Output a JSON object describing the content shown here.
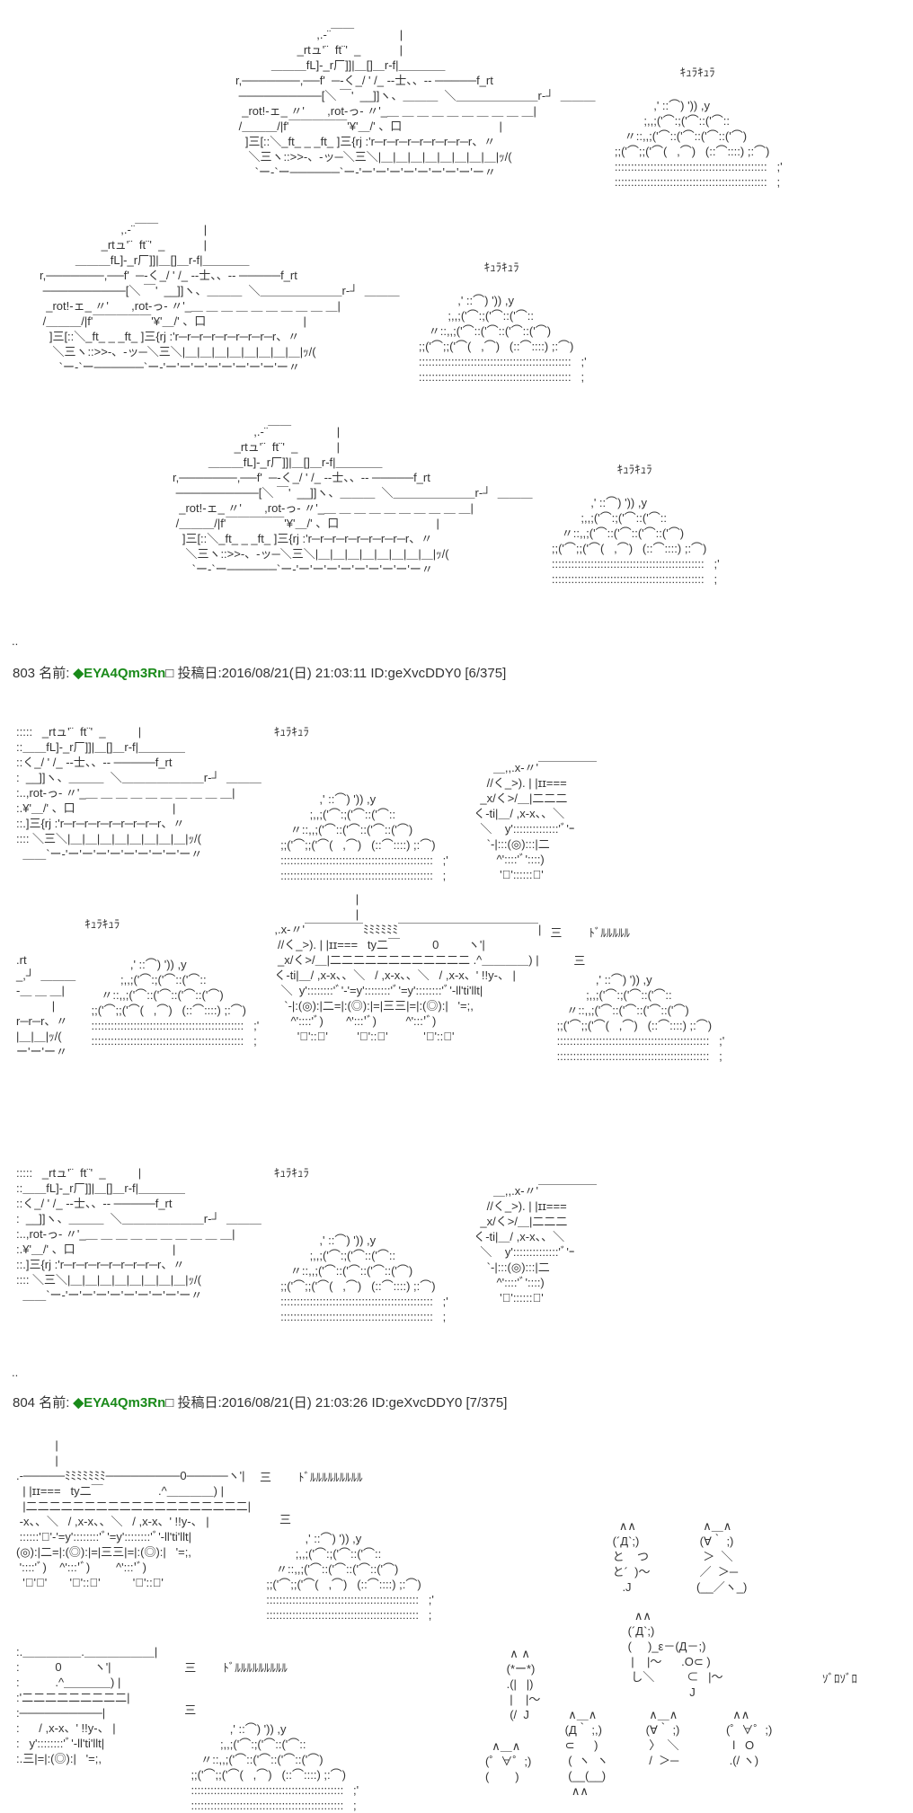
{
  "posts": [
    {
      "number": "803",
      "name_label": "名前:",
      "trip": "◆EYA4Qm3Rn",
      "box": "□",
      "date_label": "投稿日:",
      "datetime": "2016/08/21(日) 21:03:11",
      "id": "ID:geXvcDDY0",
      "count": "[6/375]"
    },
    {
      "number": "804",
      "name_label": "名前:",
      "trip": "◆EYA4Qm3Rn",
      "box": "□",
      "date_label": "投稿日:",
      "datetime": "2016/08/21(日) 21:03:26",
      "id": "ID:geXvcDDY0",
      "count": "[7/375]"
    }
  ],
  "ellipsis": "..",
  "sfx": {
    "tracks": "ｷｭﾗｷｭﾗ",
    "rumble_short": "ﾄﾞﾙﾙﾙﾙﾙ",
    "rumble_long": "ﾄﾞﾙﾙﾙﾙﾙﾙﾙﾙﾙ",
    "speed": "三",
    "sneak": "ｿﾞﾛｿﾞﾛ"
  },
  "aa": {
    "tank_large": "                         ,.‐¨￣￣              |\n                   _rtュ'¨  ft¨'  _            |\n           ＿＿＿fL]‐_r厂]]|＿[]＿r‐f|＿＿＿＿\nr,───────,──f'  ─‐く_/ ' /_ ‐‐士、、‐‐ ─────f_rt\n ──────────[＼ ￣'  __]]ヽ、＿＿＿  ＼＿＿＿＿＿＿＿r‐┘  ＿＿＿\n  _rot!‐ェ_ 〃'       ,rot‐っ‐ 〃'_＿ ＿ ＿ ＿ ＿ ＿ ＿ ＿ ＿ ＿|\n /＿＿＿/|f'￣￣￣￣￣'¥'＿/' 、口                              |\n   ]三[::＼_ft_ _ _ft_ ]三{rj :'r─r─r─r─r─r─r─r─r、〃\n    ＼三ヽ::>>‐、‐ッ─＼三＼|＿|＿|＿|＿|＿|＿|＿|＿|ｯ/(\n      `ー‐`ー──────`ー‐'ー'ー'ー'ー'ー'ー'ー'ー'ー〃",
    "tank_cut": ":::::   _rtュ'¨  ft¨'  _          |\n::＿＿fL]‐_r厂]]|＿[]＿r‐f|＿＿＿＿\n::く_/ ' /_ ‐‐士、、‐‐ ─────f_rt\n:  __]]ヽ、＿＿＿  ＼＿＿＿＿＿＿＿r‐┘  ＿＿＿\n:..,rot‐っ‐ 〃'_＿ ＿ ＿ ＿ ＿ ＿ ＿ ＿ ＿ ＿|\n:.¥'＿/' 、口                              |\n::.]三{rj :'r─r─r─r─r─r─r─r─r、〃\n:::: ＼三＼|＿|＿|＿|＿|＿|＿|＿|＿|ｯ/(\n  ＿＿`ー‐'ー'ー'ー'ー'ー'ー'ー'ー'ー〃",
    "dust": "              ,' ::⌒) ')) ,y\n           ;,,;('⌒:;('⌒::('⌒::\n     〃::,,;('⌒::('⌒::('⌒::('⌒)\n  ;;('⌒;;('⌒(   ,⌒)   (::⌒::::) ;:⌒)\n  :::::::::::::::::::::::::::::::::::::::::::::::   ;'\n  :::::::::::::::::::::::::::::::::::::::::::::::   ;",
    "small_tank": "          ＿,,.x‐〃'￣￣￣￣￣\n        //く_>). | |ɪɪ===\n      _x/く>/＿|二二二\n    く‐ti|＿/ ,x‐x、、＼\n      ＼    y'::::::::::::::'ﾞ'ｰ\n        `‐|:::(◎):::|二\n           ^'::::'ﾞ'::::)\n            'ﾞ'::::::ﾞ'",
    "big_tank": "                           |\n                           |\n  ,.x‐〃'￣￣￣￣￣ﾐﾐﾐﾐﾐﾐ￣￣￣￣￣￣￣￣￣￣￣￣|\n   //く_>). | |ɪɪ===   ty二￣          0         ヽ'|\n   _x/く>/＿|二二二二二二二二二二二二 .^＿＿＿＿) |\n  く‐ti|＿/ ,x‐x、、＼   / ,x‐x、、＼   / ,x‐x、' !!y‐、 |\n    ＼  y'::::::::'ﾞ'‐'=y'::::::::'ﾞ'=y'::::::::'ﾞ'‐ll'ti'llt|\n     `‐|:(◎):|二=|:(◎):|=|三三|=|:(◎):|   '=;,\n       ^'::::'ﾞ)       ^':::'ﾞ)         ^':::'ﾞ)\n         'ﾞ'::ﾞ'         'ﾞ'::ﾞ'           'ﾞ'::ﾞ'",
    "partial_left": ".rt\n_,┘  ＿＿＿\n‐＿ ＿ ＿|\n           |\nr─r─r、〃\n|＿|＿|ｯ/(\nー'ー'ー〃",
    "big_tank_cut": "            |\n            |\n.‐─────ﾐﾐﾐﾐﾐﾐﾐ─────────0─────ヽ'|\n  | |ɪɪ===   ty二￣                 .^＿＿＿＿) |\n  |二二二二二二二二二二二二二二二二二二二|\n ‐x、、＼   / ,x‐x、、＼   / ,x‐x、' !!y‐、 |\n ::::::'ﾞ'‐'=y'::::::::'ﾞ'=y'::::::::'ﾞ'‐ll'ti'llt|\n(◎):|二=|:(◎):|=|三三|=|:(◎):|   '=;,\n '::::'ﾞ)    ^':::'ﾞ)        ^':::'ﾞ)\n  'ﾞ'ﾞ'       'ﾞ'::ﾞ'          'ﾞ'::ﾞ'",
    "tank_rear_cut": ":.＿＿＿＿＿.＿＿＿＿＿＿|\n:           0          ヽ'|\n:           .^＿＿＿＿) |\n:'二二二二二二二二二|\n:──────────|\n:      / ,x‐x、' !!y‐、 |\n:   y'::::::::'ﾞ'‐ll'ti'llt|\n:.三|=|:(◎):|   '=;,",
    "char_a": "   ∧∧\n (´Д`;)\n と    つ\n と´  )〜\n    .J",
    "char_b": "  ∧＿∧\n (∀｀ ;)\n  ＞  ＼\n ／  ＞─\n(__／ヽ_)",
    "char_c": "   ∧∧\n (´Д`;)\n (     )_ε－(Д－;)\n  |    |〜      .O⊂ )\n  し＼          ⊂   |〜\n                    J",
    "char_d": "  ∧ ∧\n (*ー*)\n .(|   |)\n  |    |〜\n  (/  J",
    "char_e": "  ∧＿∧\n (Д｀ ;,)\n ⊂      )\n  (  ヽ  ヽ\n  (__(__)\n   ∧∧",
    "char_f": "  ∧＿∧\n (∀｀ ;)\n  〉  ＼\n  /  ＞─",
    "char_g": "  ∧∧\n(゜∀゜;)\n  l   O\n .(/ ヽ)",
    "char_h": "  ∧＿∧\n(゜∀゜;)\n(        )"
  }
}
